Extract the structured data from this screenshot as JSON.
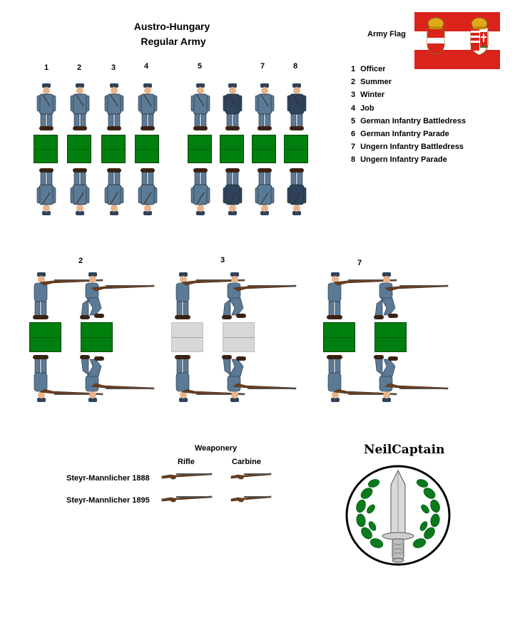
{
  "title": {
    "line1": "Austro-Hungary",
    "line2": "Regular Army"
  },
  "flag": {
    "label": "Army Flag",
    "colors": {
      "red": "#d9231b",
      "white": "#ffffff",
      "gold": "#e0a91a",
      "green": "#2f7f2f"
    }
  },
  "figure_numbers": [
    "1",
    "2",
    "3",
    "4",
    "5",
    "7",
    "8"
  ],
  "legend": [
    {
      "num": "1",
      "text": "Officer"
    },
    {
      "num": "2",
      "text": "Summer"
    },
    {
      "num": "3",
      "text": "Winter"
    },
    {
      "num": "4",
      "text": "Job"
    },
    {
      "num": "5",
      "text": "German Infantry Battledress"
    },
    {
      "num": "6",
      "text": "German Infantry Parade"
    },
    {
      "num": "7",
      "text": "Ungern Infantry Battledress"
    },
    {
      "num": "8",
      "text": "Ungern Infantry  Parade"
    }
  ],
  "firing_groups": [
    "2",
    "3",
    "7"
  ],
  "weaponry": {
    "title": "Weaponery",
    "col_rifle": "Rifle",
    "col_carbine": "Carbine",
    "rows": [
      "Steyr-Mannlicher 1888",
      "Steyr-Mannlicher 1895"
    ]
  },
  "signature": "NeilCaptain",
  "colors": {
    "base_green": "#007f0e",
    "base_gray": "#d8d8d8",
    "uniform_blue": "#5b7a96",
    "uniform_dark": "#2f435a",
    "rifle_brown": "#6b3e1e"
  }
}
